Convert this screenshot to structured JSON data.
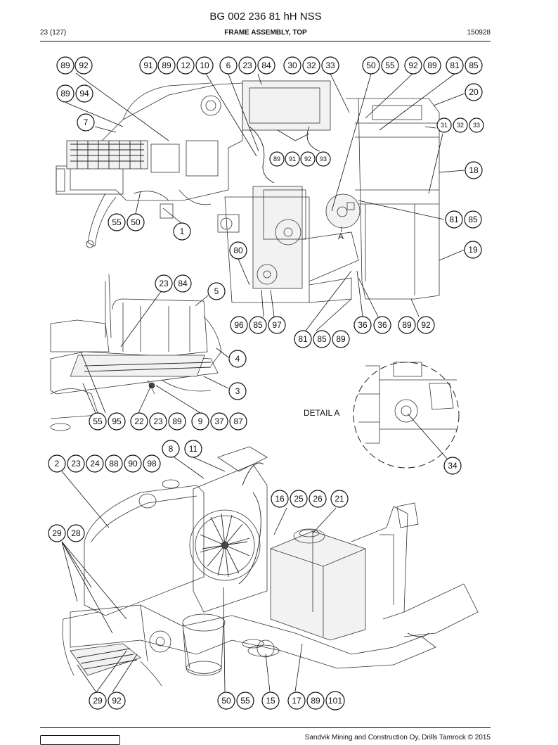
{
  "header": {
    "doc_number": "BG 002 236 81 hH NSS",
    "page": "23 (127)",
    "section": "FRAME ASSEMBLY, TOP",
    "date_code": "150928"
  },
  "footer": {
    "copyright": "Sandvik Mining and Construction Oy, Drills Tamrock © 2015"
  },
  "callouts": {
    "top_view": [
      "89",
      "92",
      "91",
      "89",
      "12",
      "10",
      "6",
      "23",
      "84",
      "30",
      "32",
      "33",
      "50",
      "55",
      "92",
      "89",
      "81",
      "85",
      "89",
      "94",
      "20",
      "7",
      "31",
      "32",
      "33",
      "89",
      "91",
      "92",
      "93",
      "18",
      "55",
      "50",
      "1",
      "81",
      "85",
      "80",
      "19",
      "A"
    ],
    "bottom_top_view": [
      "96",
      "85",
      "97",
      "81",
      "85",
      "89",
      "36",
      "36",
      "89",
      "92"
    ],
    "platform_view": [
      "23",
      "84",
      "5",
      "4",
      "3",
      "55",
      "95",
      "22",
      "23",
      "89",
      "9",
      "37",
      "87"
    ],
    "detail": [
      "34"
    ],
    "main_view": [
      "8",
      "11",
      "2",
      "23",
      "24",
      "88",
      "90",
      "98",
      "16",
      "25",
      "26",
      "21",
      "29",
      "28",
      "29",
      "92",
      "50",
      "55",
      "15",
      "17",
      "89",
      "101"
    ]
  },
  "labels": {
    "detail_a": "DETAIL A",
    "marker_a": "A"
  }
}
